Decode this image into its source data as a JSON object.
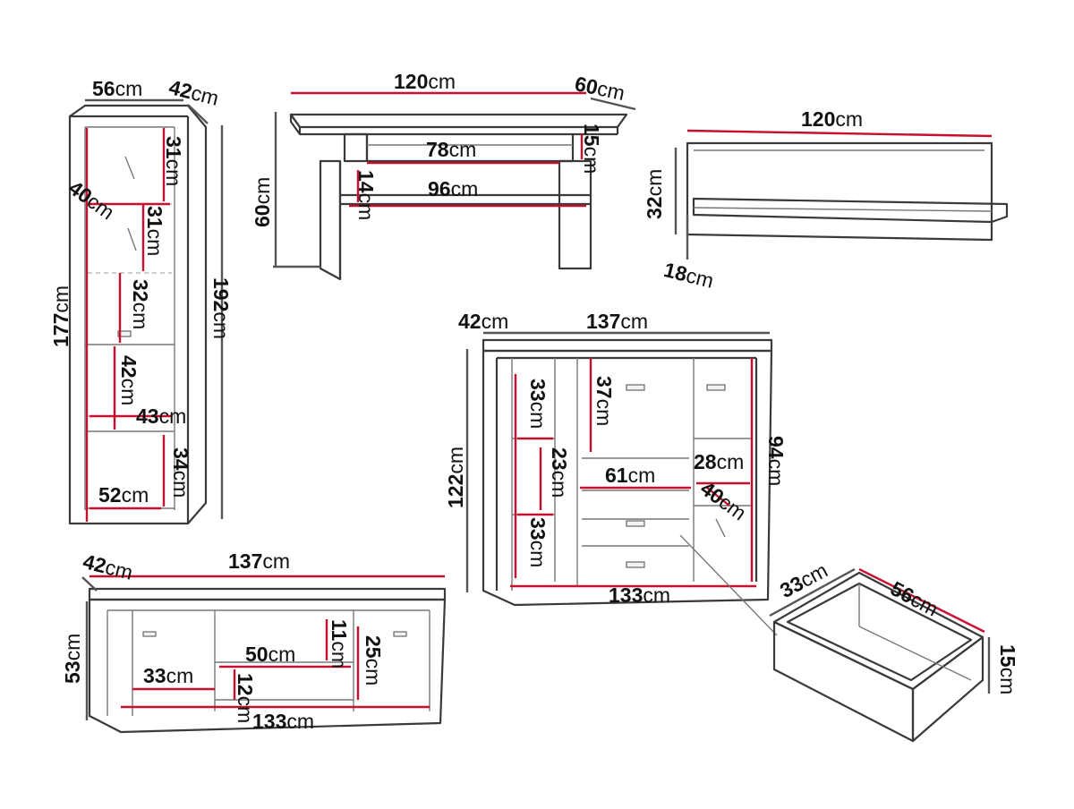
{
  "unit": "cm",
  "items": {
    "vitrine": {
      "width": "56",
      "depth": "42",
      "height_total": "192",
      "height_body": "177",
      "shelf_1": "31",
      "shelf_2": "31",
      "shelf_3": "32",
      "shelf_4": "42",
      "glass_inner": "40",
      "inner_width": "43",
      "drawer_height": "34",
      "drawer_width": "52"
    },
    "coffee_table": {
      "width": "120",
      "depth": "60",
      "height": "60",
      "upper_open_width": "78",
      "upper_open_height": "15",
      "lower_open_width": "96",
      "lower_open_height": "14"
    },
    "wall_shelf": {
      "width": "120",
      "height": "32",
      "depth": "18"
    },
    "chest": {
      "depth": "42",
      "width": "137",
      "height": "122",
      "inner_height": "94",
      "left_shelf_1": "33",
      "left_shelf_2": "23",
      "left_shelf_3": "33",
      "center_top": "37",
      "center_width": "61",
      "right_shelf": "28",
      "right_glass": "40",
      "inner_width": "133"
    },
    "tv_stand": {
      "depth": "42",
      "width": "137",
      "height": "53",
      "left_shelf": "33",
      "niche_width": "50",
      "niche_top": "11",
      "right_door": "25",
      "niche_bottom": "12",
      "inner_width": "133"
    },
    "drawer": {
      "depth": "33",
      "width": "56",
      "height": "15"
    }
  }
}
